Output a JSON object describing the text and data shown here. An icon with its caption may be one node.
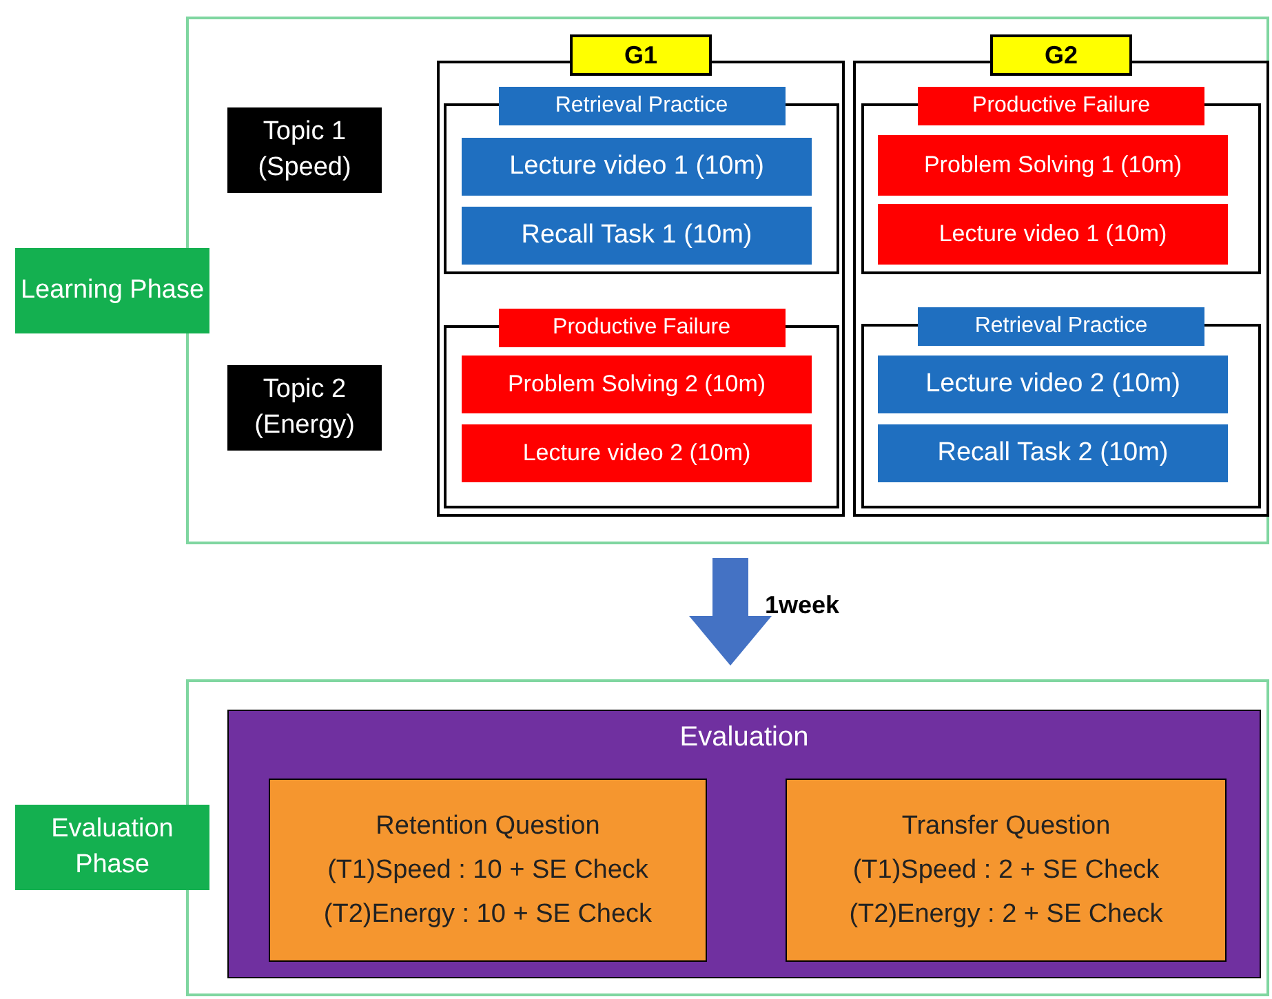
{
  "diagram": {
    "nodes": [
      {
        "text": [],
        "shape": "box"
      },
      {
        "text": [
          "Learning Phase"
        ]
      },
      {
        "text": [
          "Topic 1 (Speed)"
        ],
        "in": 0
      },
      {
        "text": [
          "Topic 2 (Energy)"
        ],
        "in": 0
      },
      {
        "text": [
          "G1"
        ],
        "in": 0
      },
      {
        "text": [
          "Retrieval Practice"
        ],
        "in": 4
      },
      {
        "text": [
          "Lecture video 1 (10m)"
        ],
        "in": 5
      },
      {
        "text": [
          "Recall Task 1 (10m)"
        ],
        "in": 5
      },
      {
        "text": [
          "Productive Failure"
        ],
        "in": 4
      },
      {
        "text": [
          "Problem Solving 2 (10m)"
        ],
        "in": 8
      },
      {
        "text": [
          "Lecture video 2 (10m)"
        ],
        "in": 8
      },
      {
        "text": [
          "G2"
        ],
        "in": 0
      },
      {
        "text": [
          "Productive Failure"
        ],
        "in": 11
      },
      {
        "text": [
          "Problem Solving 1 (10m)"
        ],
        "in": 12
      },
      {
        "text": [
          "Lecture video 1 (10m)"
        ],
        "in": 12
      },
      {
        "text": [
          "Retrieval Practice"
        ],
        "in": 11
      },
      {
        "text": [
          "Lecture video 2 (10m)"
        ],
        "in": 15
      },
      {
        "text": [
          "Recall Task 2 (10m)"
        ],
        "in": 15
      },
      {
        "text": [],
        "shape": "box"
      },
      {
        "text": [
          "Evaluation Phase"
        ]
      },
      {
        "text": [
          "Evaluation"
        ],
        "in": 18
      },
      {
        "text": [
          "Retention Question",
          "(T1)Speed : 10 + SE Check",
          "(T2)Energy : 10 + SE Check"
        ],
        "in": 20
      },
      {
        "text": [
          "Transfer Question",
          "(T1)Speed : 2 + SE Check",
          "(T2)Energy : 2 + SE Check"
        ],
        "in": 20
      }
    ],
    "edges": [
      {
        "from": 0,
        "to": 18,
        "arrow": "to",
        "label": "1week"
      }
    ]
  }
}
